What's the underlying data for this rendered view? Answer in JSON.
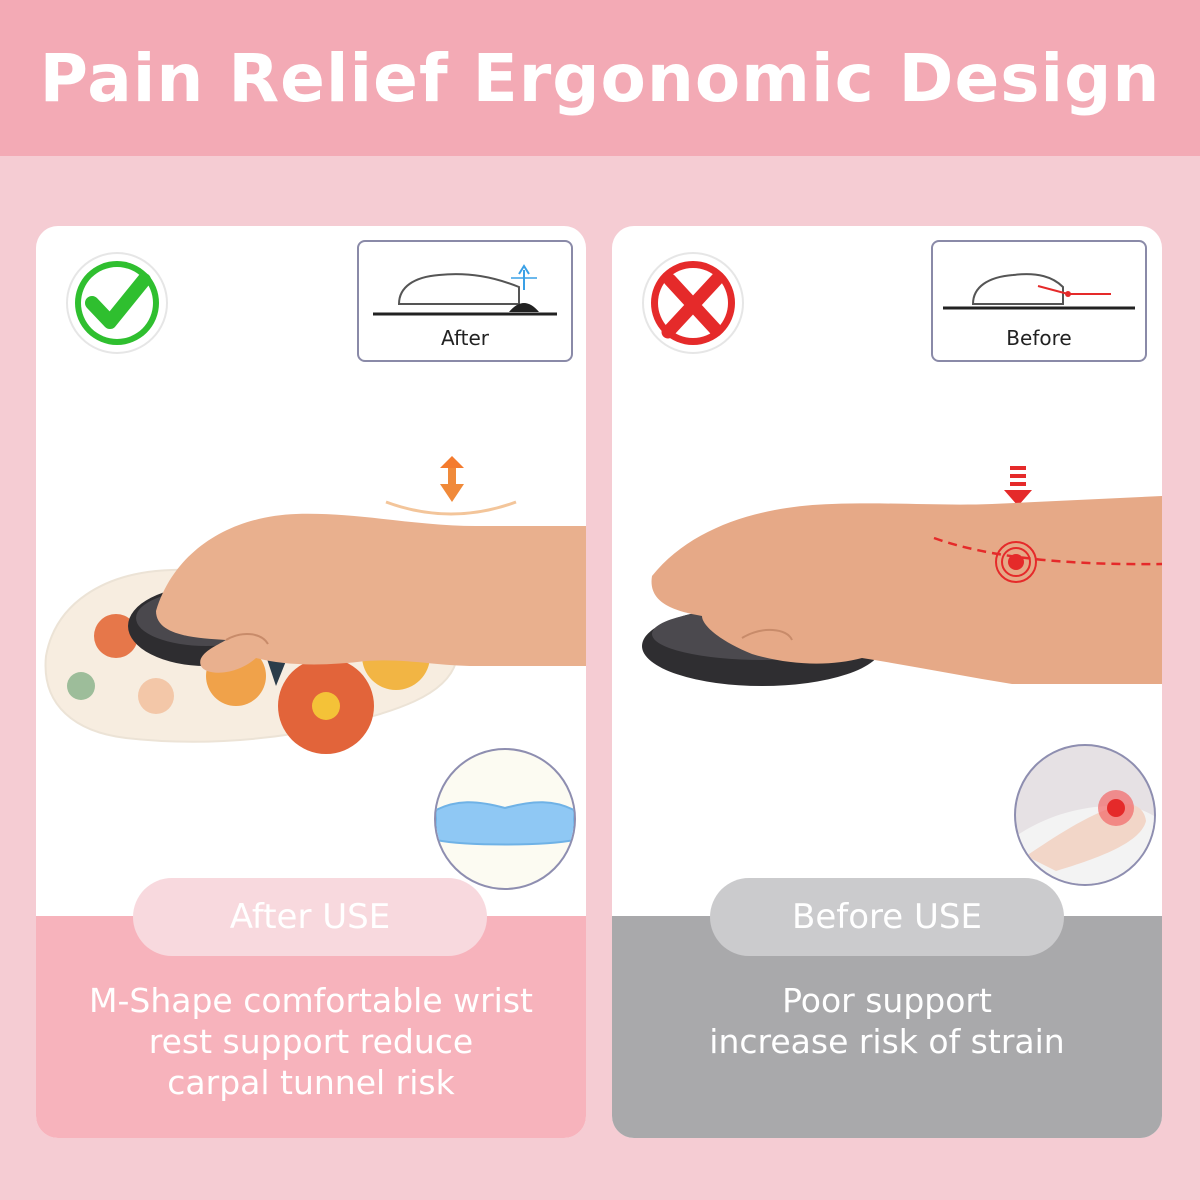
{
  "header": {
    "title": "Pain Relief Ergonomic Design"
  },
  "left_panel": {
    "badge_icon": "checkmark-icon",
    "inset_label": "After",
    "pill_label": "After USE",
    "description": [
      "M-Shape comfortable wrist",
      "rest support reduce",
      "carpal tunnel risk"
    ],
    "accent_color": "#f7b3bc"
  },
  "right_panel": {
    "badge_icon": "cross-icon",
    "inset_label": "Before",
    "pill_label": "Before USE",
    "description": [
      "Poor support",
      "increase risk of strain"
    ],
    "accent_color": "#a9a9ab"
  }
}
